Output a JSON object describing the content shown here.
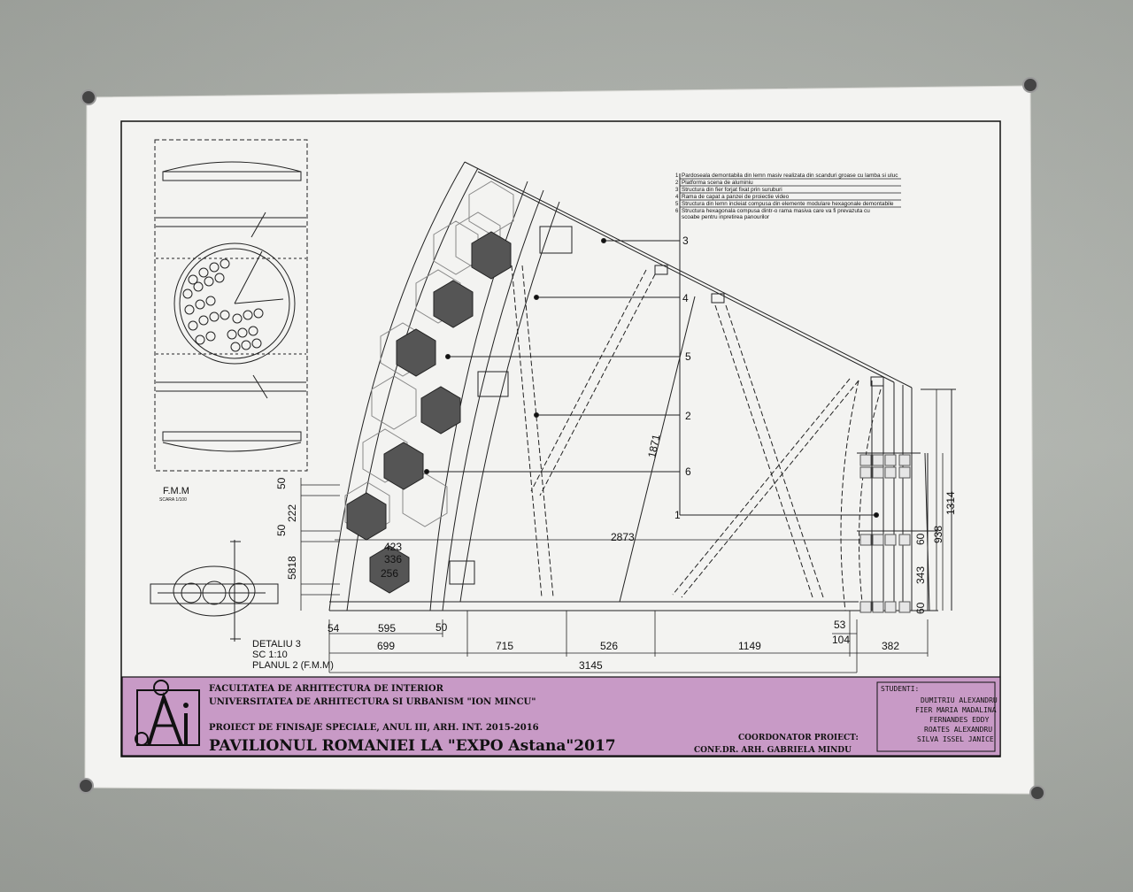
{
  "sheet": {
    "list_items": [
      "Pardoseala demontabila din lemn masiv realizata din scanduri groase cu lamba si uluc",
      "Platforma scena de aluminiu",
      "Structura din fier forjat fixat prin suruburi",
      "Rama de capat a panzei de proiectie video",
      "Structura din lemn incleiat compusa din elemente modulare hexagonale demontabile",
      "Structura hexagonala compusa dintr-o rama masiva care va fi prevazuta cu",
      "scoabe pentru inpretirea panourilor"
    ],
    "callouts": [
      "3",
      "4",
      "5",
      "2",
      "6",
      "1"
    ],
    "dims": {
      "d50a": "50",
      "d222": "222",
      "d50b": "50",
      "d5818": "5818",
      "d423": "423",
      "d336": "336",
      "d256": "256",
      "d2873": "2873",
      "d1871": "1871",
      "d54": "54",
      "d595": "595",
      "d50c": "50",
      "d53": "53",
      "d104": "104",
      "d699": "699",
      "d715": "715",
      "d526": "526",
      "d1149": "1149",
      "d382": "382",
      "d3145": "3145",
      "d60a": "60",
      "d938": "938",
      "d1314": "1314",
      "d343": "343",
      "d60b": "60"
    },
    "fmm_label": "F.M.M",
    "fmm_scale": "SCARA 1/100",
    "detail": [
      "DETALIU 3",
      "SC 1:10",
      "PLANUL 2 (F.M.M)"
    ]
  },
  "titleblock": {
    "faculty": "FACULTATEA DE ARHITECTURA DE INTERIOR",
    "university": "UNIVERSITATEA DE ARHITECTURA SI URBANISM \"ION MINCU\"",
    "project": "PROIECT DE FINISAJE SPECIALE, ANUL III, ARH. INT. 2015-2016",
    "title": "PAVILIONUL ROMANIEI LA \"EXPO Astana\"2017",
    "coord_label": "COORDONATOR PROIECT:",
    "coord_name": "CONF.DR. ARH. GABRIELA MINDU",
    "students_label": "STUDENTI:",
    "students": [
      "DUMITRIU ALEXANDRU",
      "FIER MARIA MADALINA",
      "FERNANDES EDDY",
      "ROATES ALEXANDRU",
      "SILVA ISSEL JANICE"
    ],
    "logo_text": "Ai"
  },
  "colors": {
    "wall": "#aeb2ac",
    "paper": "#f3f3f1",
    "titleblock": "#c89ac6",
    "ink": "#111111"
  }
}
